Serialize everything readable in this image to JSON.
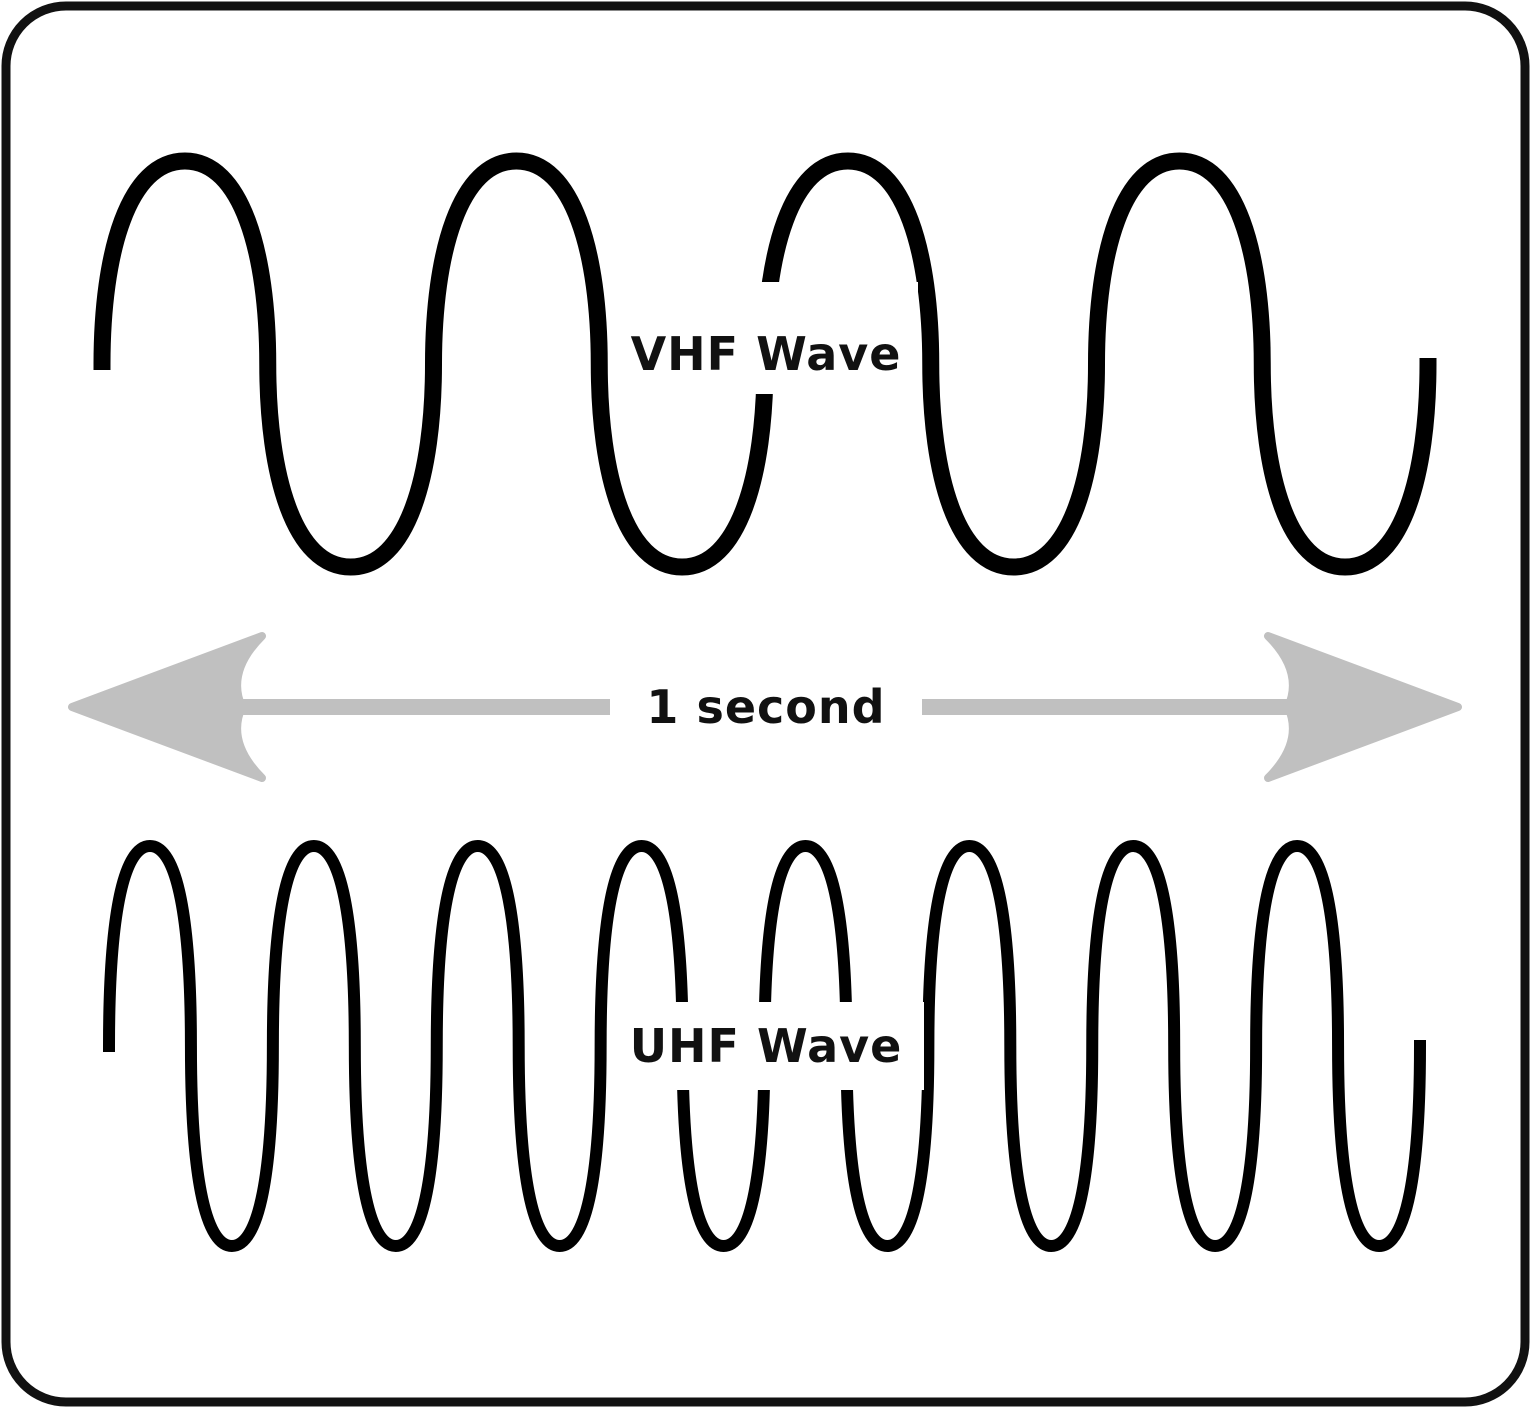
{
  "diagram": {
    "vhf": {
      "label": "VHF Wave",
      "cycles": 4
    },
    "uhf": {
      "label": "UHF Wave",
      "cycles": 8
    },
    "span": {
      "label": "1 second"
    },
    "colors": {
      "frame": "#111111",
      "wave": "#000000",
      "arrow": "#c0c0c0",
      "background": "#ffffff"
    }
  }
}
